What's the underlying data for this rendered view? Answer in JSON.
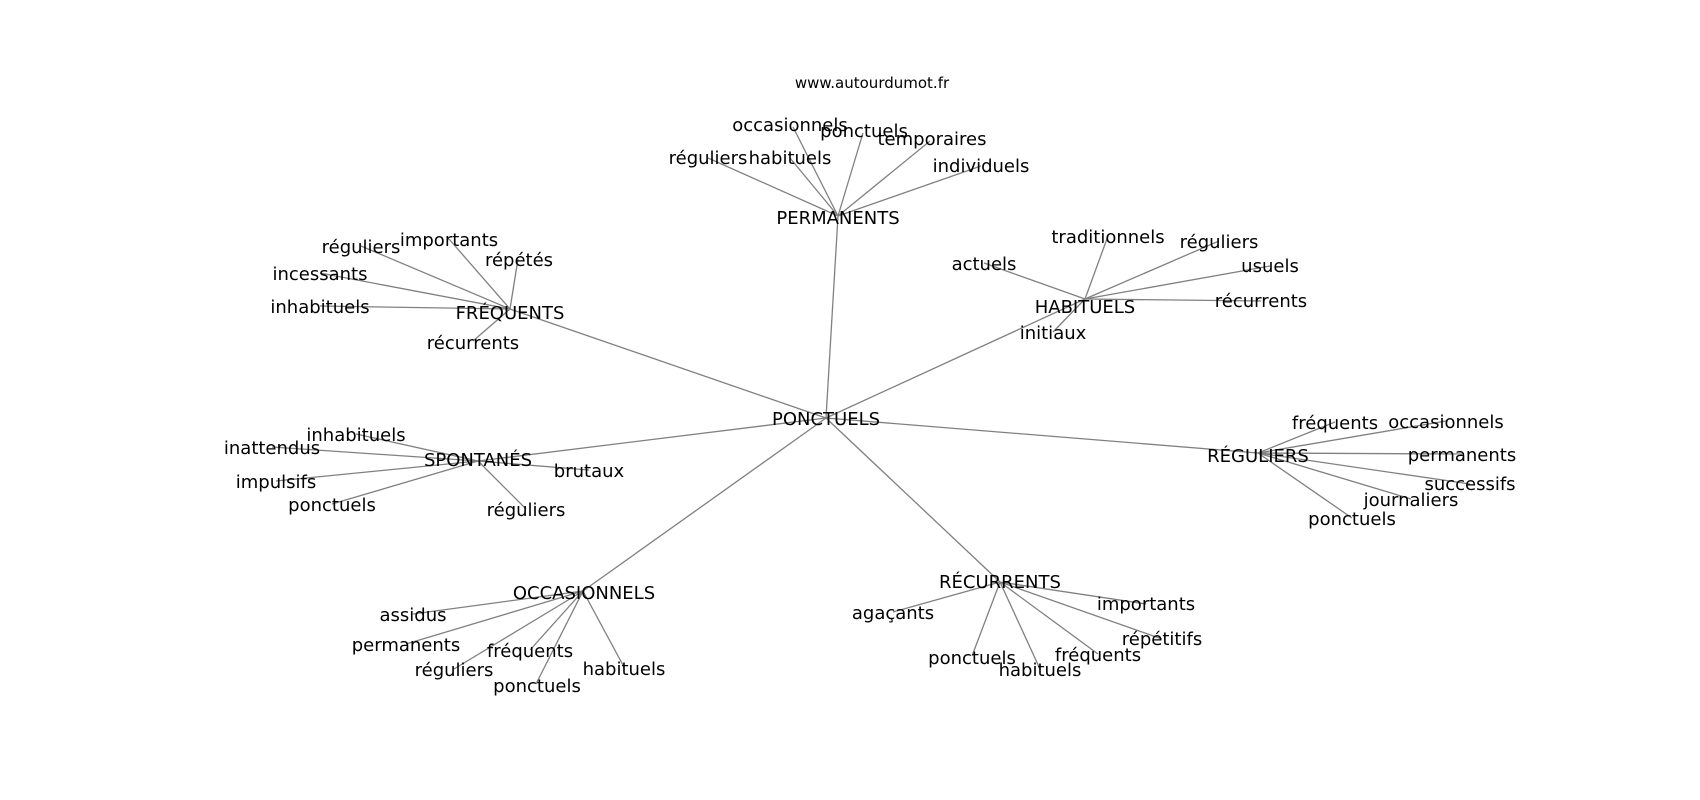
{
  "source": "www.autourdumot.fr",
  "colors": {
    "edge": "#808080",
    "text": "#000000",
    "background": "#ffffff"
  },
  "graph": {
    "center": "PONCTUELS",
    "hubs": [
      {
        "id": "permanents",
        "label": "PERMANENTS",
        "leaves": [
          "occasionnels",
          "ponctuels",
          "temporaires",
          "réguliers",
          "habituels",
          "individuels"
        ]
      },
      {
        "id": "frequents",
        "label": "FRÉQUENTS",
        "leaves": [
          "réguliers",
          "importants",
          "répétés",
          "incessants",
          "inhabituels",
          "récurrents"
        ]
      },
      {
        "id": "habituels",
        "label": "HABITUELS",
        "leaves": [
          "traditionnels",
          "réguliers",
          "actuels",
          "usuels",
          "récurrents",
          "initiaux"
        ]
      },
      {
        "id": "spontanes",
        "label": "SPONTANÉS",
        "leaves": [
          "inhabituels",
          "inattendus",
          "brutaux",
          "impulsifs",
          "ponctuels",
          "réguliers"
        ]
      },
      {
        "id": "reguliers",
        "label": "RÉGULIERS",
        "leaves": [
          "fréquents",
          "occasionnels",
          "permanents",
          "successifs",
          "journaliers",
          "ponctuels"
        ]
      },
      {
        "id": "occasionnels",
        "label": "OCCASIONNELS",
        "leaves": [
          "assidus",
          "permanents",
          "fréquents",
          "habituels",
          "réguliers",
          "ponctuels"
        ]
      },
      {
        "id": "recurrents",
        "label": "RÉCURRENTS",
        "leaves": [
          "importants",
          "agaçants",
          "répétitifs",
          "fréquents",
          "ponctuels",
          "habituels"
        ]
      }
    ]
  }
}
